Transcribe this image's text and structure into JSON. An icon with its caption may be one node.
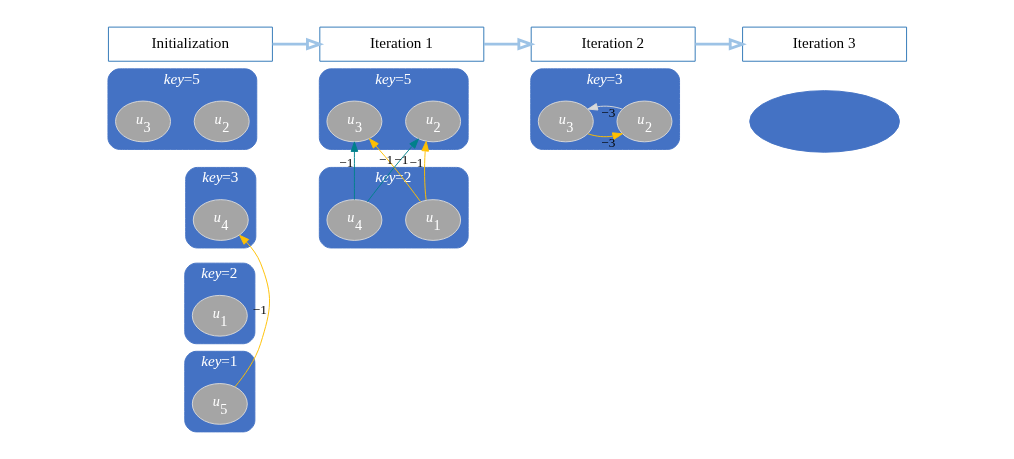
{
  "diagram": {
    "nodes": [
      {
        "text": [
          "Initialization"
        ]
      },
      {
        "text": [
          "Iteration 1"
        ]
      },
      {
        "text": [
          "Iteration 2"
        ]
      },
      {
        "text": [
          "Iteration 3"
        ]
      },
      {
        "text": [
          "*key*=5"
        ]
      },
      {
        "text": [
          "*u*$_{2}$"
        ],
        "in": 4
      },
      {
        "text": [
          "*u*$_{3}$"
        ],
        "in": 4
      },
      {
        "text": [
          "*key*=3"
        ]
      },
      {
        "text": [
          "*u*$_{4}$"
        ],
        "in": 7
      },
      {
        "text": [
          "*key*=2"
        ]
      },
      {
        "text": [
          "*u*$_{1}$"
        ],
        "in": 9
      },
      {
        "text": [
          "*key*=1"
        ]
      },
      {
        "text": [
          "*u*$_{5}$"
        ],
        "in": 11
      },
      {
        "text": [
          "*key*=5"
        ]
      },
      {
        "text": [
          "*u*$_{2}$"
        ],
        "in": 13
      },
      {
        "text": [
          "*u*$_{3}$"
        ],
        "in": 13
      },
      {
        "text": [
          "*key*=2"
        ]
      },
      {
        "text": [
          "*u*$_{1}$"
        ],
        "in": 16
      },
      {
        "text": [
          "*u*$_{4}$"
        ],
        "in": 16
      },
      {
        "text": [
          "*key*=3"
        ]
      },
      {
        "text": [
          "*u*$_{2}$"
        ],
        "in": 19
      },
      {
        "text": [
          "*u*$_{3}$"
        ],
        "in": 19
      },
      {
        "text": [],
        "shape": "ellipse"
      }
    ],
    "edges": [
      {
        "from": 0,
        "to": 1,
        "arrow": "to",
        "style": "thick",
        "color": "#9dc3e6"
      },
      {
        "from": 1,
        "to": 2,
        "arrow": "to",
        "style": "thick",
        "color": "#9dc3e6"
      },
      {
        "from": 2,
        "to": 3,
        "arrow": "to",
        "style": "thick",
        "color": "#9dc3e6"
      },
      {
        "from": 12,
        "to": 8,
        "arrow": "to",
        "label": "−1",
        "color": "#ffc000"
      },
      {
        "from": 17,
        "to": 14,
        "arrow": "to",
        "label": "−1",
        "color": "#ffc000"
      },
      {
        "from": 17,
        "to": 15,
        "arrow": "to",
        "label": "−1",
        "color": "#ffc000"
      },
      {
        "from": 18,
        "to": 14,
        "arrow": "to",
        "label": "−1",
        "color": "#00808b"
      },
      {
        "from": 18,
        "to": 15,
        "arrow": "to",
        "label": "−1",
        "color": "#00808b"
      },
      {
        "from": 21,
        "to": 20,
        "arrow": "to",
        "label": "−3",
        "color": "#ffc000"
      },
      {
        "from": 20,
        "to": 21,
        "arrow": "to",
        "label": "−3",
        "color": "#d9d9d9"
      }
    ]
  }
}
